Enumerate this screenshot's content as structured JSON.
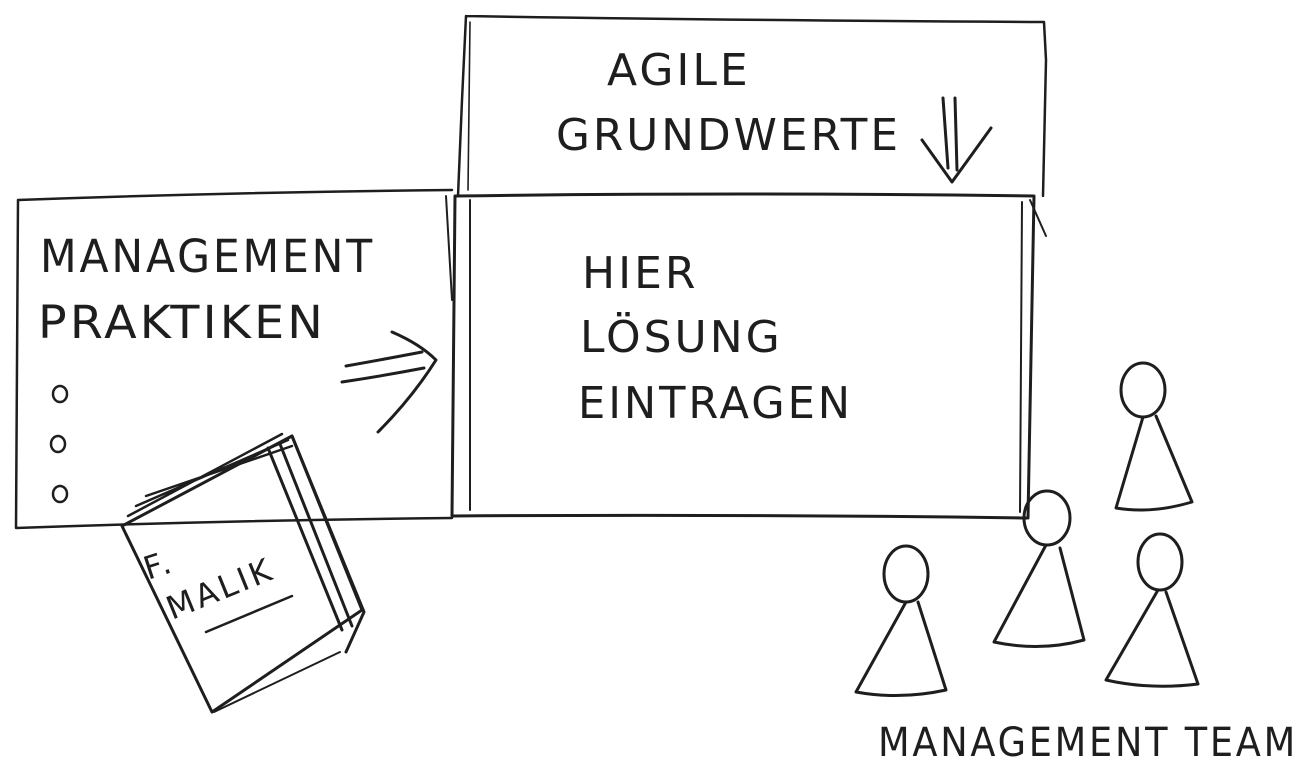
{
  "top_box": {
    "line1": "AGILE",
    "line2": "GRUNDWERTE",
    "arrow_icon": "double-down-arrow-icon"
  },
  "left_box": {
    "line1": "MANAGEMENT",
    "line2": "PRAKTIKEN",
    "bullets": [
      "o",
      "o",
      "o"
    ],
    "arrow_icon": "double-right-arrow-icon"
  },
  "center_box": {
    "line1": "HIER",
    "line2": "LÖSUNG",
    "line3": "EINTRAGEN"
  },
  "book": {
    "label_top": "F. ",
    "title": "MALIK",
    "icon": "book-icon"
  },
  "team": {
    "label": "MANAGEMENT TEAM",
    "member_count": 4,
    "icon": "stick-figure-icon"
  }
}
